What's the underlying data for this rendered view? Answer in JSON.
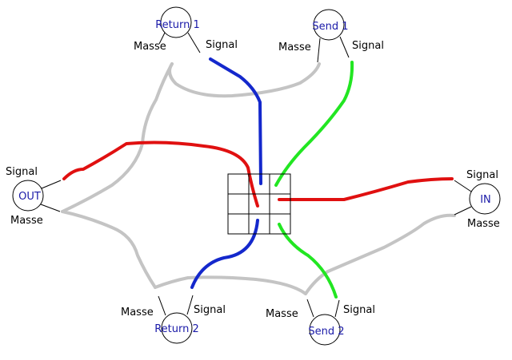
{
  "colors": {
    "signal_return": "#1428cc",
    "signal_send": "#22e622",
    "signal_io": "#e01010",
    "ground": "#c4c4c4",
    "jack_label": "#1a1aa8"
  },
  "jacks": {
    "return1": {
      "name": "Return 1",
      "left_label": "Masse",
      "right_label": "Signal"
    },
    "send1": {
      "name": "Send 1",
      "left_label": "Masse",
      "right_label": "Signal"
    },
    "out": {
      "name": "OUT",
      "top_label": "Signal",
      "bottom_label": "Masse"
    },
    "in": {
      "name": "IN",
      "top_label": "Signal",
      "bottom_label": "Masse"
    },
    "return2": {
      "name": "Return 2",
      "left_label": "Masse",
      "right_label": "Signal"
    },
    "send2": {
      "name": "Send 2",
      "left_label": "Masse",
      "right_label": "Signal"
    }
  }
}
